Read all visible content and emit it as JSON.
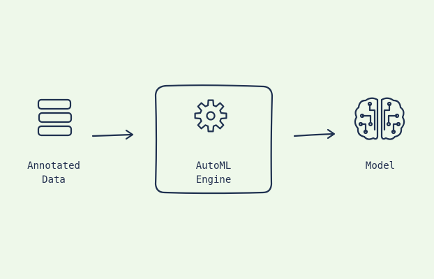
{
  "diagram": {
    "stroke_color": "#1f3150",
    "background_color": "#eef8ea",
    "nodes": [
      {
        "id": "data",
        "icon": "stacked-rows-icon",
        "label_lines": [
          "Annotated",
          "Data"
        ]
      },
      {
        "id": "engine",
        "icon": "gear-icon",
        "label_lines": [
          "AutoML",
          "Engine"
        ]
      },
      {
        "id": "model",
        "icon": "brain-circuit-icon",
        "label_lines": [
          "Model"
        ]
      }
    ],
    "edges": [
      {
        "from": "data",
        "to": "engine"
      },
      {
        "from": "engine",
        "to": "model"
      }
    ]
  }
}
